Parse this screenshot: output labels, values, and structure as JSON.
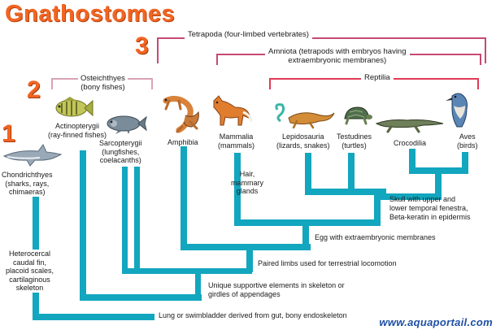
{
  "title": "Gnathostomes",
  "levels": [
    "1",
    "2",
    "3"
  ],
  "groups": {
    "tetrapoda": "Tetrapoda (four-limbed vertebrates)",
    "amniota_line1": "Amniota (tetrapods with embryos having",
    "amniota_line2": "extraembryonic membranes)",
    "reptilia": "Reptilia",
    "osteichthyes_line1": "Osteichthyes",
    "osteichthyes_line2": "(bony fishes)"
  },
  "taxa": {
    "chondrichthyes": [
      "Chondrichthyes",
      "(sharks, rays,",
      "chimaeras)"
    ],
    "actinopterygii": [
      "Actinopterygii",
      "(ray-finned fishes)"
    ],
    "sarcopterygii": [
      "Sarcopterygii",
      "(lungfishes,",
      "coelacanths)"
    ],
    "amphibia": [
      "Amphibia"
    ],
    "mammalia": [
      "Mammalia",
      "(mammals)"
    ],
    "lepidosauria": [
      "Lepidosauria",
      "(lizards, snakes)"
    ],
    "testudines": [
      "Testudines",
      "(turtles)"
    ],
    "crocodilia": [
      "Crocodilia"
    ],
    "aves": [
      "Aves",
      "(birds)"
    ]
  },
  "traits": {
    "hair": [
      "Hair,",
      "mammary",
      "glands"
    ],
    "skull": [
      "Skull with upper and",
      "lower temporal fenestra,",
      "Beta-keratin in epidermis"
    ],
    "egg": "Egg with extraembryonic membranes",
    "paired_limbs": "Paired limbs used for terrestrial locomotion",
    "unique_skeleton": [
      "Unique supportive elements in skeleton or",
      "girdles of appendages"
    ],
    "heterocercal": [
      "Heterocercal",
      "caudal fin,",
      "placoid scales,",
      "cartilaginous",
      "skeleton"
    ],
    "lung": "Lung or swimbladder derived from gut, bony endoskeleton"
  },
  "watermark": "www.aquaportail.com",
  "colors": {
    "branch": "#12a6bf",
    "title": "#f26522",
    "bracket": "#c64a72",
    "reptilia": "#e03a55"
  },
  "icons": [
    "shark-icon",
    "perch-icon",
    "coelacanth-icon",
    "salamander-icon",
    "fox-icon",
    "lizard-icon",
    "turtle-icon",
    "crocodile-icon",
    "kingfisher-icon"
  ]
}
